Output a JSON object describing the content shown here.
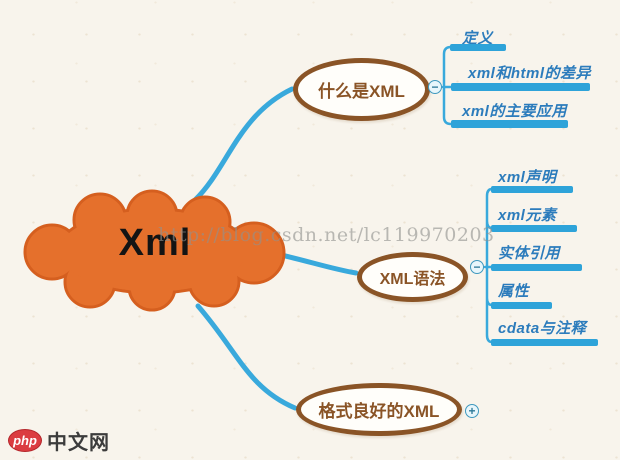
{
  "root_label": "Xml",
  "watermark": "http://blog.csdn.net/lc119970203",
  "footer": {
    "logo_badge": "php",
    "logo_text": "中文网"
  },
  "branches": [
    {
      "label": "什么是XML",
      "toggle": "−",
      "children": [
        "定义",
        "xml和html的差异",
        "xml的主要应用"
      ]
    },
    {
      "label": "XML语法",
      "toggle": "−",
      "children": [
        "xml声明",
        "xml元素",
        "实体引用",
        "属性",
        "cdata与注释"
      ]
    },
    {
      "label": "格式良好的XML",
      "toggle": "+",
      "children": []
    }
  ],
  "colors": {
    "cloud_fill": "#E5702C",
    "cloud_border": "#D55F1F",
    "branch_border": "#8A5426",
    "line_blue": "#39A9DC",
    "child_text": "#2C7CBC",
    "underline": "#2EA3D9",
    "logo_red": "#DB3C41"
  }
}
